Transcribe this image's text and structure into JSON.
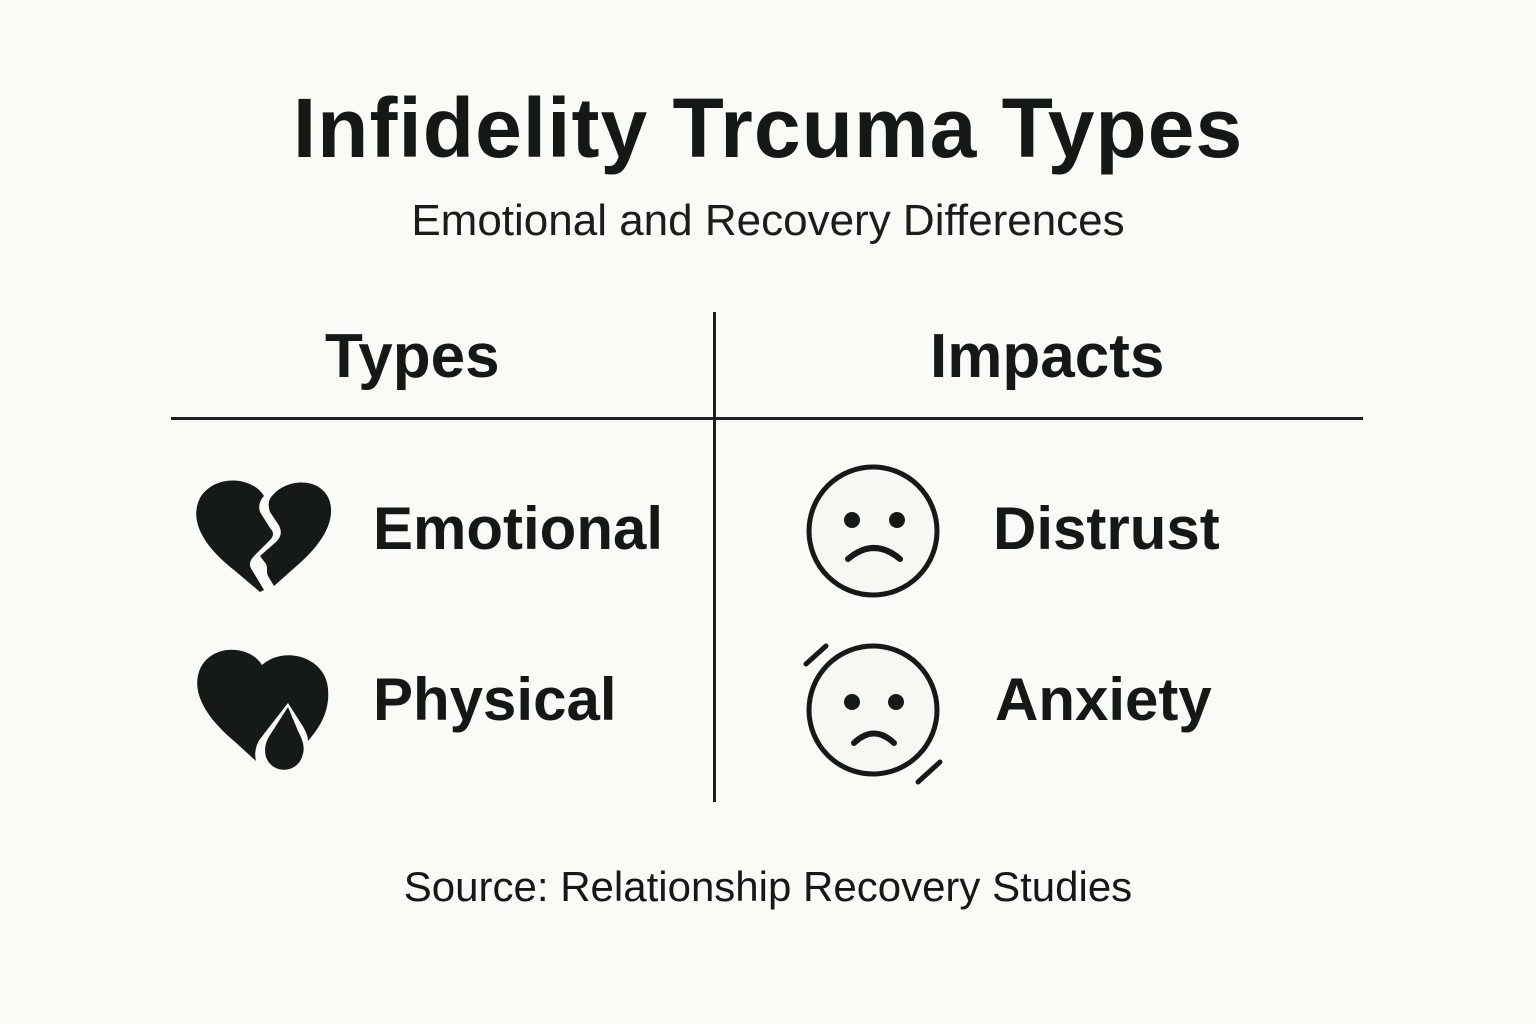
{
  "header": {
    "title": "Infidelity Trcuma Types",
    "subtitle": "Emotional and Recovery Differences"
  },
  "table": {
    "columns": [
      "Types",
      "Impacts"
    ],
    "rows": [
      {
        "type": {
          "label": "Emotional",
          "icon": "broken-heart-icon"
        },
        "impact": {
          "label": "Distrust",
          "icon": "sad-face-icon"
        }
      },
      {
        "type": {
          "label": "Physical",
          "icon": "heart-drop-icon"
        },
        "impact": {
          "label": "Anxiety",
          "icon": "anxious-face-icon"
        }
      }
    ]
  },
  "footer": {
    "source": "Source: Relationship Recovery Studies"
  },
  "colors": {
    "background": "#fafaf7",
    "ink": "#151917"
  }
}
